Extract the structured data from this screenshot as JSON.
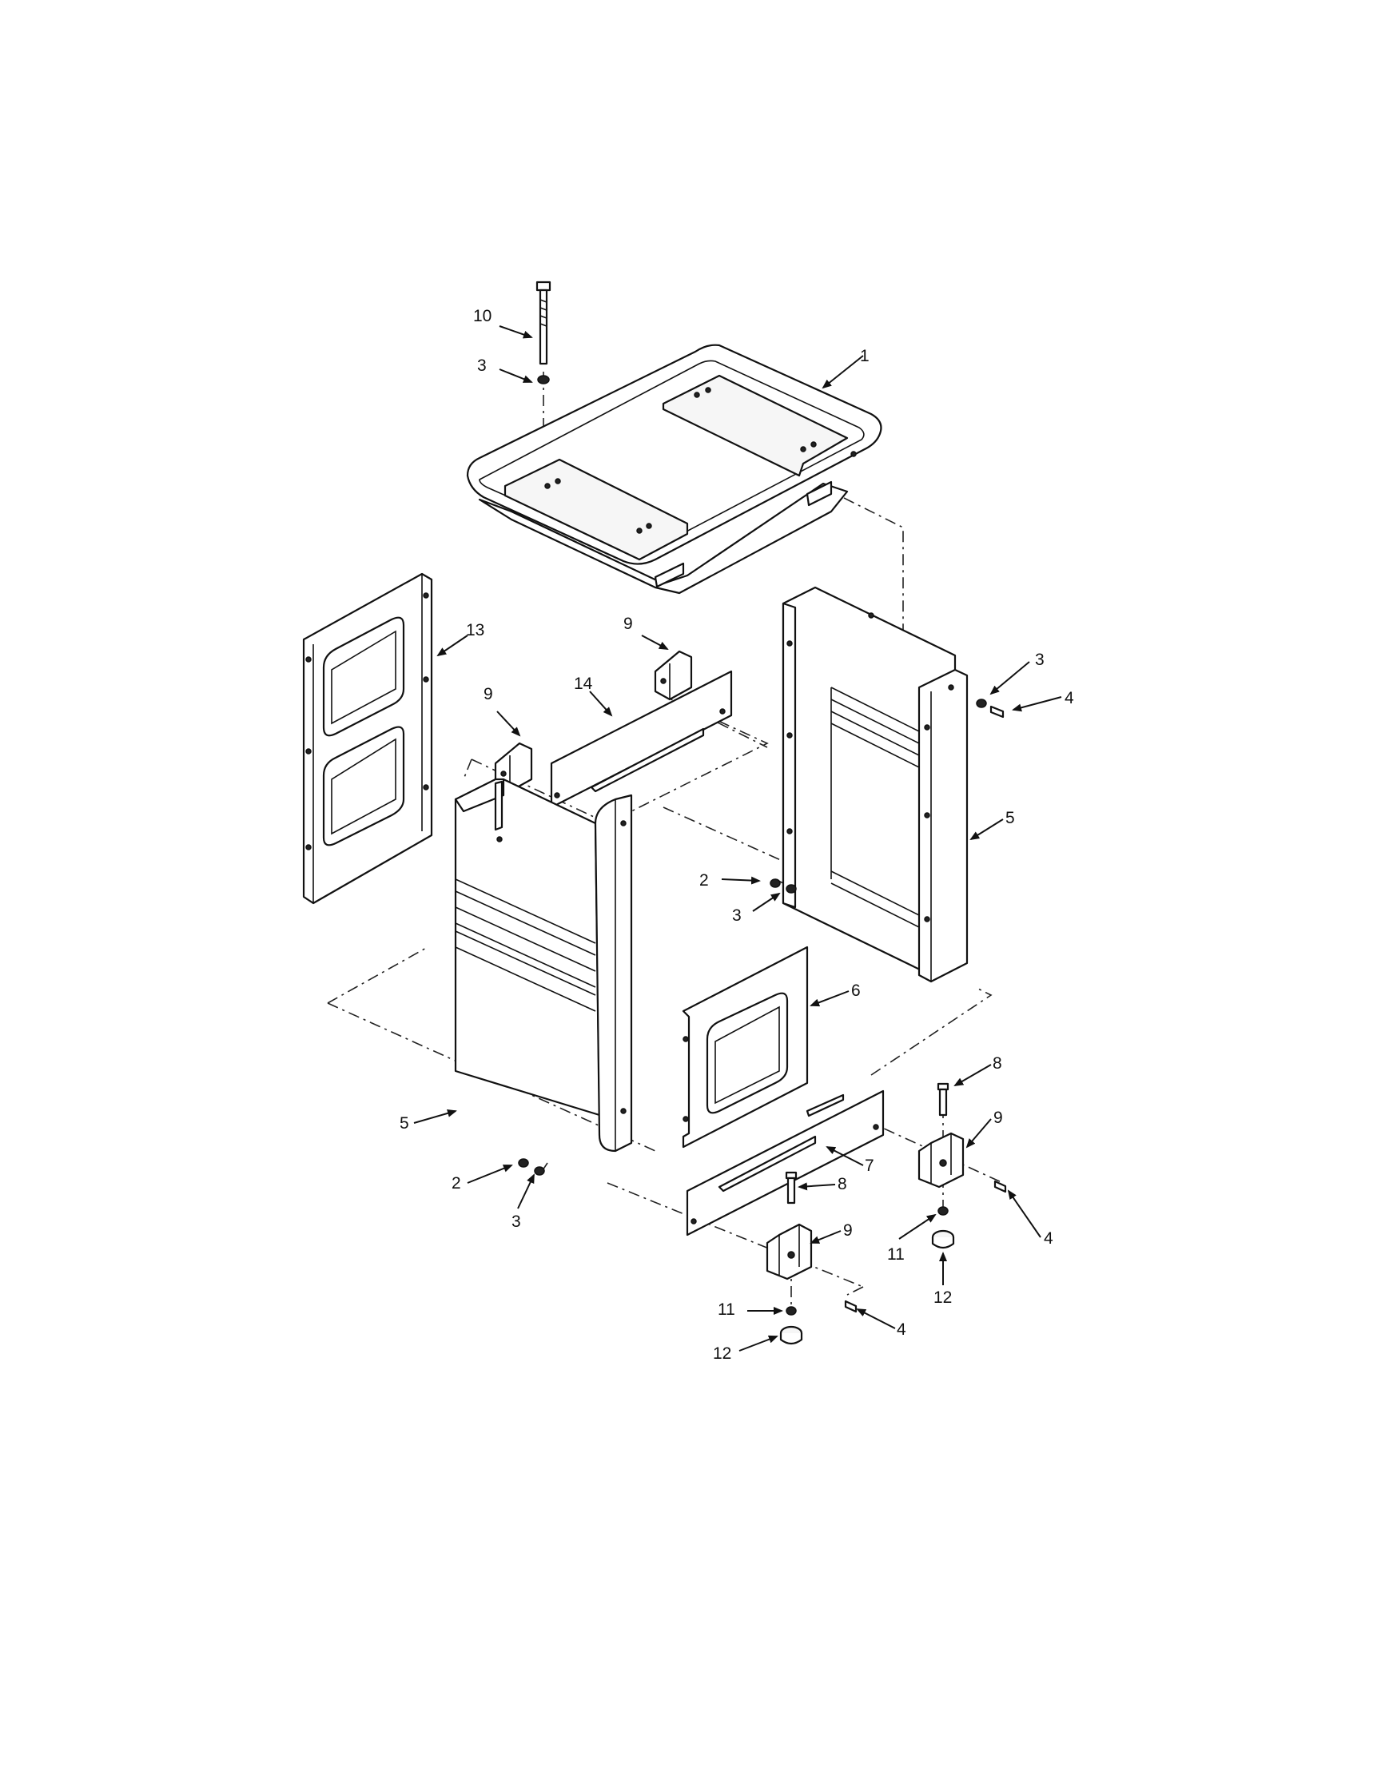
{
  "figure": {
    "callouts": [
      {
        "id": "c-1",
        "text": "1"
      },
      {
        "id": "c-2-mid",
        "text": "2"
      },
      {
        "id": "c-2-left",
        "text": "2"
      },
      {
        "id": "c-3-top",
        "text": "3"
      },
      {
        "id": "c-3-right",
        "text": "3"
      },
      {
        "id": "c-3-mid",
        "text": "3"
      },
      {
        "id": "c-3-left",
        "text": "3"
      },
      {
        "id": "c-4-right",
        "text": "4"
      },
      {
        "id": "c-4-lowr",
        "text": "4"
      },
      {
        "id": "c-4-lowc",
        "text": "4"
      },
      {
        "id": "c-5-right",
        "text": "5"
      },
      {
        "id": "c-5-left",
        "text": "5"
      },
      {
        "id": "c-6",
        "text": "6"
      },
      {
        "id": "c-7",
        "text": "7"
      },
      {
        "id": "c-8-right",
        "text": "8"
      },
      {
        "id": "c-8-center",
        "text": "8"
      },
      {
        "id": "c-9-top",
        "text": "9"
      },
      {
        "id": "c-9-left",
        "text": "9"
      },
      {
        "id": "c-9-right",
        "text": "9"
      },
      {
        "id": "c-9-center",
        "text": "9"
      },
      {
        "id": "c-10",
        "text": "10"
      },
      {
        "id": "c-11-right",
        "text": "11"
      },
      {
        "id": "c-11-center",
        "text": "11"
      },
      {
        "id": "c-12-right",
        "text": "12"
      },
      {
        "id": "c-12-center",
        "text": "12"
      },
      {
        "id": "c-13",
        "text": "13"
      },
      {
        "id": "c-14",
        "text": "14"
      }
    ]
  }
}
